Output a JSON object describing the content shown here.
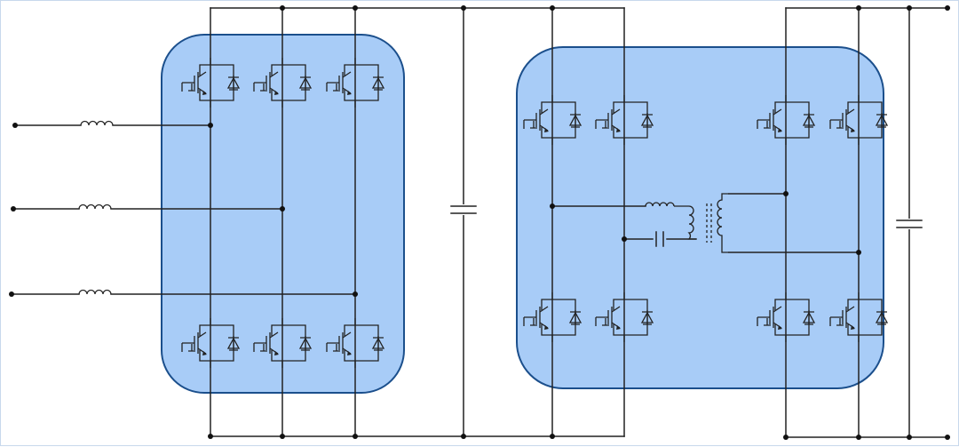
{
  "diagram": {
    "colors": {
      "block_fill": "#a8ccf7",
      "block_border": "#1b4f8c",
      "wire": "#222222",
      "background": "#ffffff",
      "frame_border": "#c8d8ec"
    },
    "blocks": [
      {
        "id": "rectifier-bridge",
        "switch_count": 6
      },
      {
        "id": "dual-active-bridge",
        "switch_count": 8
      }
    ],
    "components": {
      "input_inductors": 3,
      "dc_link_capacitors": 2,
      "transformer": 1,
      "series_inductor": 1,
      "series_capacitor": 1
    },
    "icons": [
      "igbt-switch-icon",
      "diode-icon",
      "inductor-icon",
      "capacitor-icon",
      "transformer-icon",
      "node-dot-icon"
    ]
  }
}
